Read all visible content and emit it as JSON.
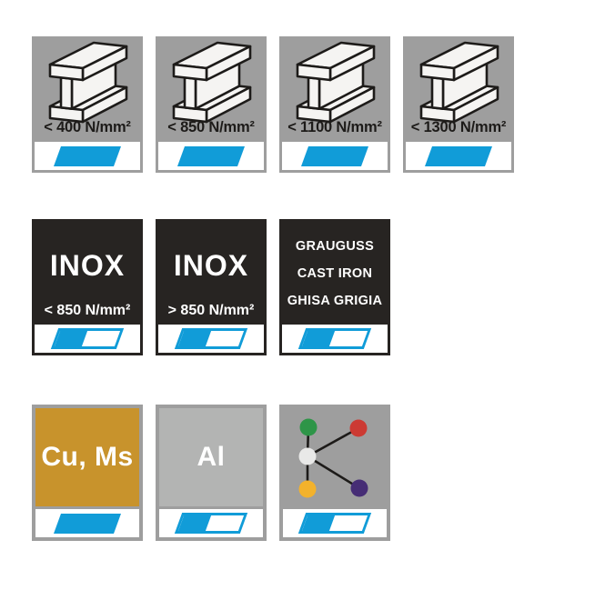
{
  "panel": {
    "rows": [
      {
        "name": "structural-steel",
        "tiles": [
          {
            "id": "steel_400",
            "type": "steel-beam",
            "label": "< 400 N/mm²",
            "suitability": "full"
          },
          {
            "id": "steel_850",
            "type": "steel-beam",
            "label": "< 850 N/mm²",
            "suitability": "full"
          },
          {
            "id": "steel_1100",
            "type": "steel-beam",
            "label": "< 1100 N/mm²",
            "suitability": "full"
          },
          {
            "id": "steel_1300",
            "type": "steel-beam",
            "label": "< 1300 N/mm²",
            "suitability": "full"
          }
        ]
      },
      {
        "name": "stainless-and-cast-iron",
        "tiles": [
          {
            "id": "inox_lt850",
            "type": "text",
            "title": "INOX",
            "label": "< 850 N/mm²",
            "suitability": "partial"
          },
          {
            "id": "inox_gt850",
            "type": "text",
            "title": "INOX",
            "label": "> 850 N/mm²",
            "suitability": "partial"
          },
          {
            "id": "cast_iron",
            "type": "text-lines",
            "lines": [
              "GRAUGUSS",
              "CAST IRON",
              "GHISA GRIGIA"
            ],
            "suitability": "partial"
          }
        ]
      },
      {
        "name": "non-ferrous",
        "tiles": [
          {
            "id": "copper_brass",
            "type": "text",
            "label": "Cu, Ms",
            "suitability": "full"
          },
          {
            "id": "aluminium",
            "type": "text",
            "label": "Al",
            "suitability": "partial"
          },
          {
            "id": "multi_material",
            "type": "dots",
            "dots": [
              "green",
              "red",
              "white",
              "yellow",
              "purple"
            ],
            "suitability": "partial"
          }
        ]
      }
    ]
  },
  "colors": {
    "accent_blue": "#119cd8",
    "tile_gray": "#9e9e9e",
    "tile_black": "#272422",
    "tile_gold": "#c8932c",
    "tile_light_gray": "#b3b4b3",
    "beam_fill": "#f5f4f2",
    "outline_black": "#1d1b19",
    "dot_green": "#2e9548",
    "dot_red": "#cc3a33",
    "dot_white": "#e9e9e8",
    "dot_yellow": "#f3b22c",
    "dot_purple": "#462d75"
  }
}
